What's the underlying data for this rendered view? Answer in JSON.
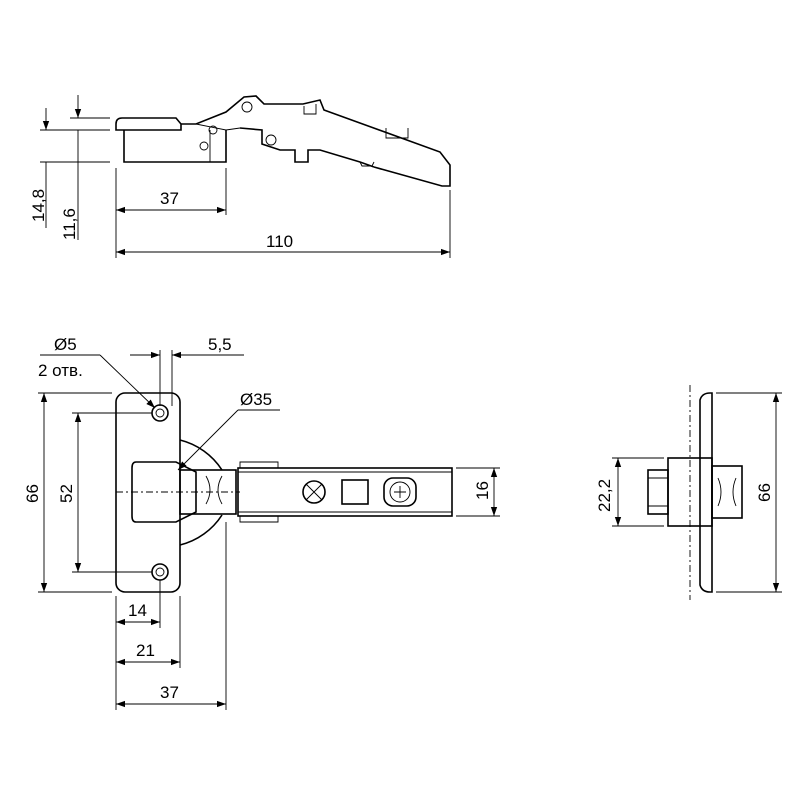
{
  "diagram": {
    "side_view": {
      "dimensions": {
        "overall_height": "14,8",
        "base_height": "11,6",
        "cup_offset": "37",
        "overall_length": "110"
      }
    },
    "front_view": {
      "dimensions": {
        "hole_diameter": "Ø5",
        "hole_count_note": "2 отв.",
        "edge_offset": "5,5",
        "cup_diameter": "Ø35",
        "plate_height": "66",
        "hole_spacing": "52",
        "arm_width": "16",
        "hole_edge_distance": "14",
        "plate_width": "21",
        "cup_center_offset": "37"
      }
    },
    "end_view": {
      "dimensions": {
        "body_height": "22,2",
        "plate_height": "66"
      }
    }
  },
  "colors": {
    "line": "#000000",
    "background": "#ffffff"
  }
}
